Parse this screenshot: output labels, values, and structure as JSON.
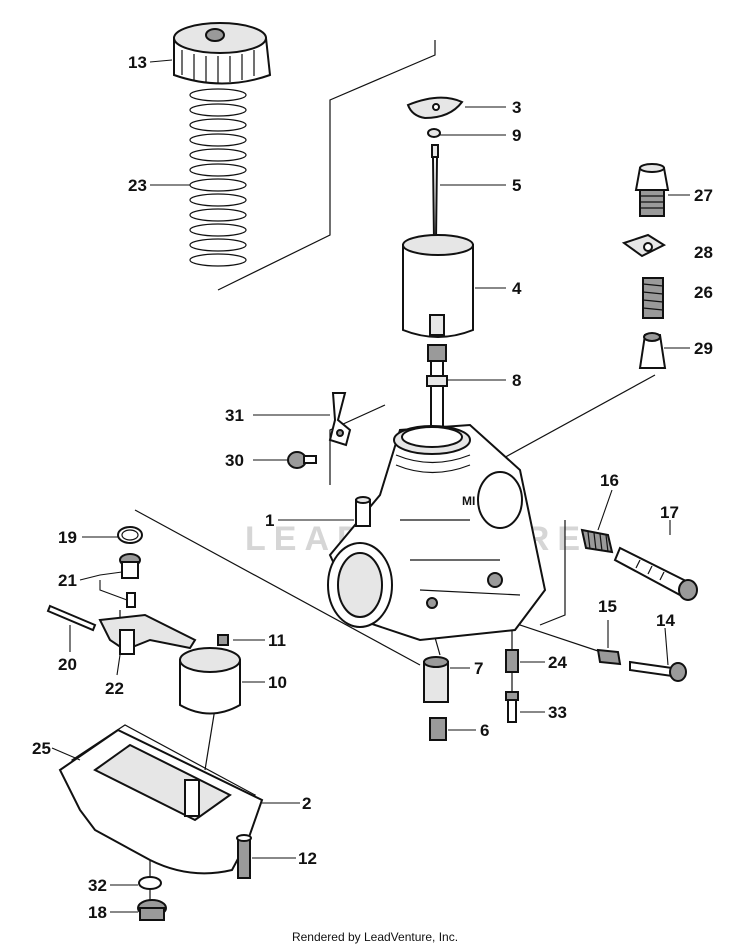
{
  "watermark": "LEADVENTURE",
  "footer": "Rendered by LeadVenture, Inc.",
  "callouts": {
    "c13": "13",
    "c23": "23",
    "c3": "3",
    "c9": "9",
    "c5": "5",
    "c4": "4",
    "c8": "8",
    "c27": "27",
    "c28": "28",
    "c26": "26",
    "c29": "29",
    "c31": "31",
    "c30": "30",
    "c1": "1",
    "c16": "16",
    "c17": "17",
    "c19": "19",
    "c21": "21",
    "c20": "20",
    "c22": "22",
    "c15": "15",
    "c14": "14",
    "c11": "11",
    "c10": "10",
    "c7": "7",
    "c24": "24",
    "c33": "33",
    "c6": "6",
    "c25": "25",
    "c2": "2",
    "c12": "12",
    "c32": "32",
    "c18": "18"
  }
}
